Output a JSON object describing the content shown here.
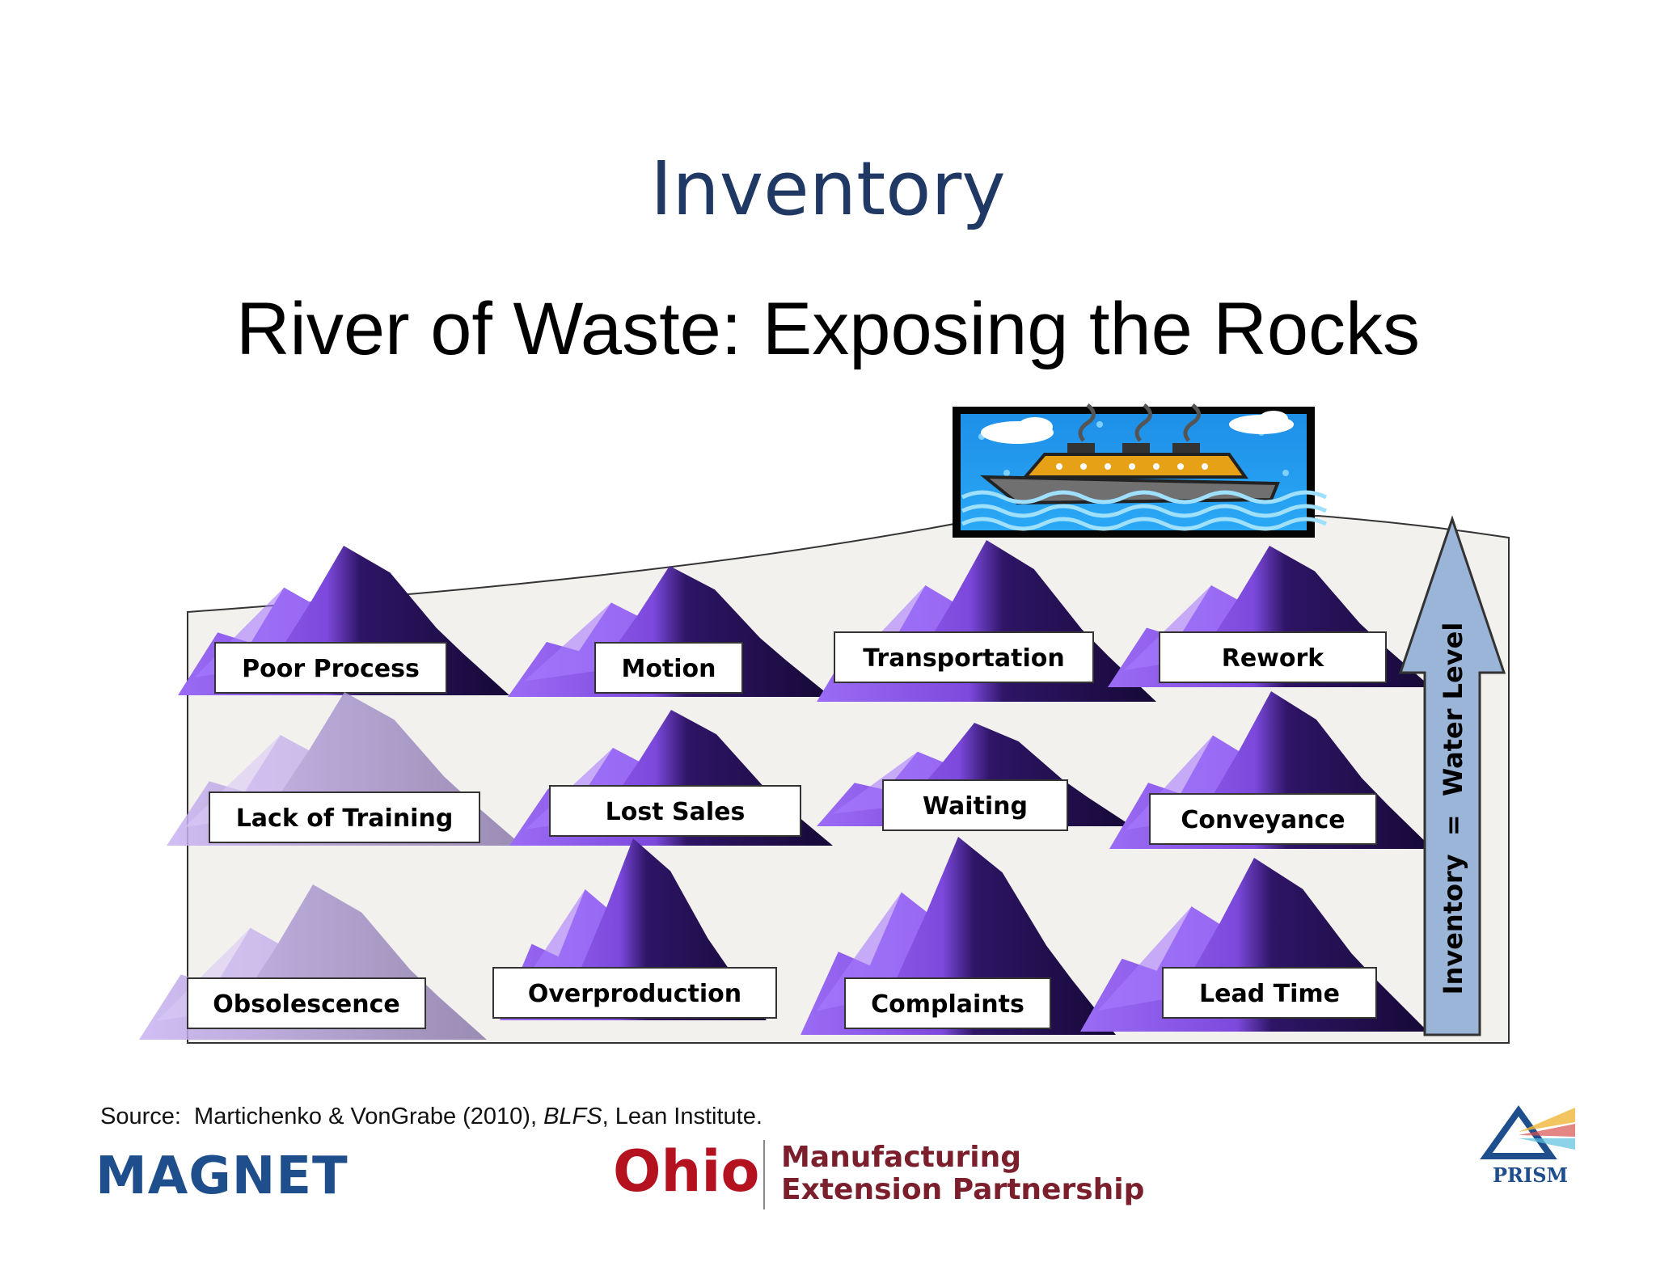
{
  "slide": {
    "title": "Inventory",
    "subtitle": "River of Waste: Exposing the Rocks"
  },
  "rocks": [
    {
      "label": "Poor  Process",
      "exposed": true
    },
    {
      "label": "Motion",
      "exposed": true
    },
    {
      "label": "Transportation",
      "exposed": true
    },
    {
      "label": "Rework",
      "exposed": true
    },
    {
      "label": "Lack of Training",
      "exposed": false
    },
    {
      "label": "Lost Sales",
      "exposed": true
    },
    {
      "label": "Waiting",
      "exposed": true
    },
    {
      "label": "Conveyance",
      "exposed": true
    },
    {
      "label": "Obsolescence",
      "exposed": false
    },
    {
      "label": "Overproduction",
      "exposed": true
    },
    {
      "label": "Complaints",
      "exposed": true
    },
    {
      "label": "Lead Time",
      "exposed": true
    }
  ],
  "arrow": {
    "label": "Inventory  =  Water Level"
  },
  "source": {
    "prefix": "Source:  Martichenko & VonGrabe (2010), ",
    "italic": "BLFS",
    "suffix": ", Lean Institute."
  },
  "logos": {
    "magnet": "MAGNET",
    "ohio": "Ohio",
    "mep_line1": "Manufacturing",
    "mep_line2": "Extension Partnership",
    "prism": "PRISM"
  },
  "colors": {
    "title": "#1f3864",
    "rock_light": "#8f5cf0",
    "rock_dark": "#22104a",
    "arrow_fill": "#9ab5d8",
    "water": "#f2f1ee",
    "magnet": "#1f4e8c",
    "ohio_red": "#b3121e",
    "mep": "#7a1f2b"
  }
}
